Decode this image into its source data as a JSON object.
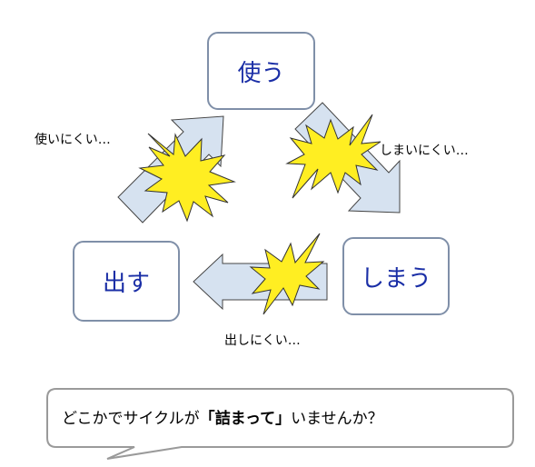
{
  "nodes": {
    "use": "使う",
    "store": "しまう",
    "take_out": "出す"
  },
  "labels": {
    "hard_to_use": "使いにくい…",
    "hard_to_store": "しまいにくい…",
    "hard_to_take_out": "出しにくい…"
  },
  "bubble": {
    "prefix": "どこかでサイクルが",
    "emphasis": "「詰まって」",
    "suffix": "いませんか？"
  },
  "colors": {
    "node_text": "#1a2ea6",
    "node_border": "#7f8fa8",
    "arrow_fill": "#d6e2f0",
    "arrow_stroke": "#444444",
    "burst_fill": "#ffee22"
  }
}
